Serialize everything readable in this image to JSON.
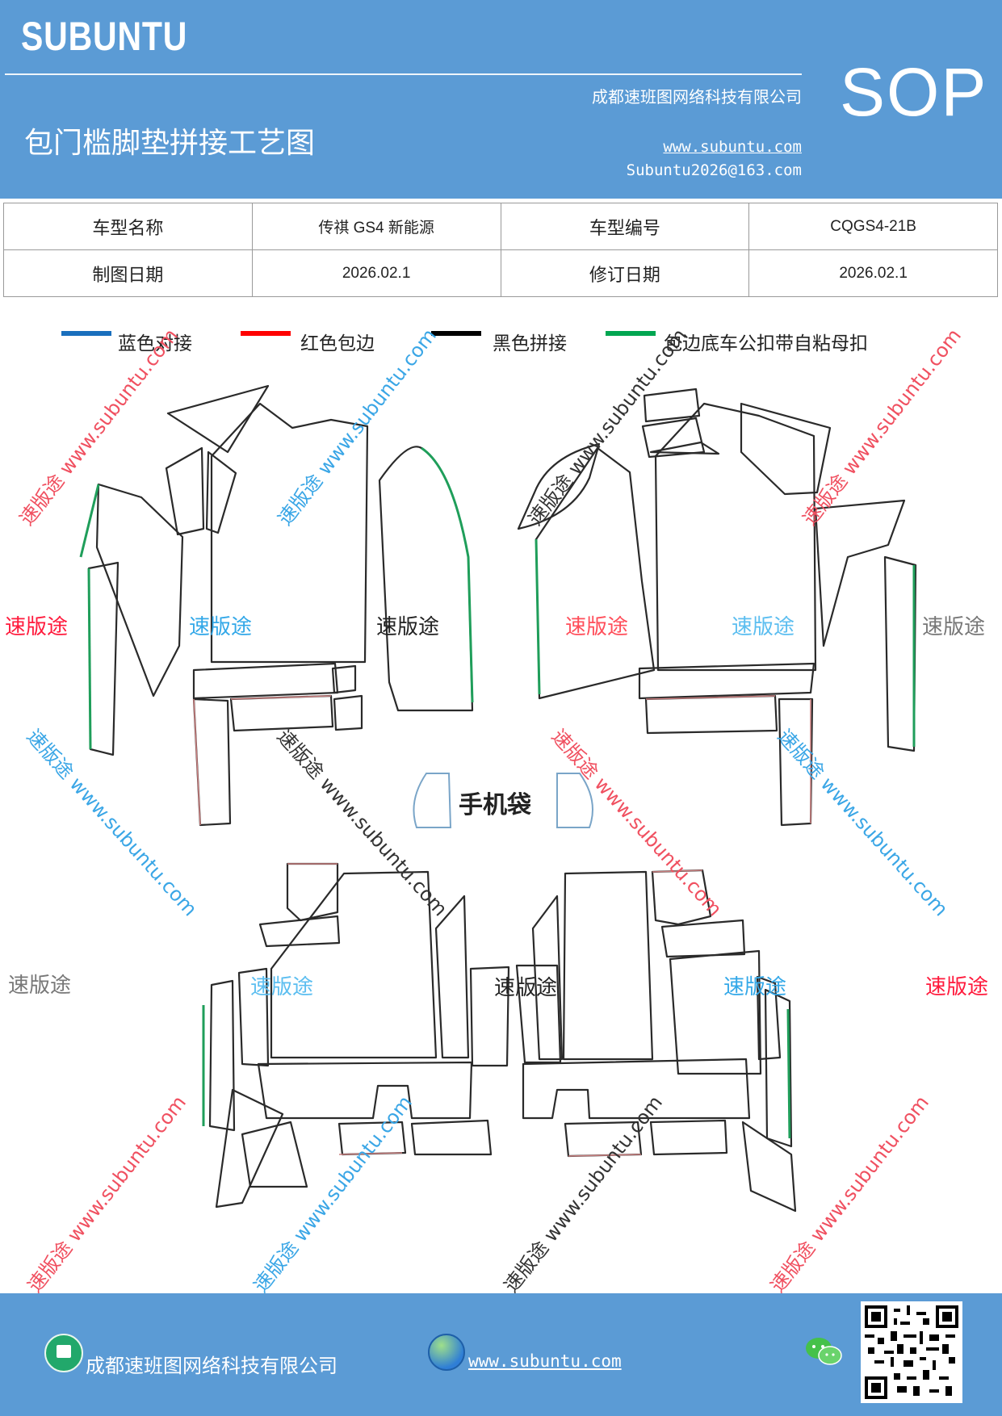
{
  "header": {
    "brand": "SUBUNTU",
    "title": "包门槛脚垫拼接工艺图",
    "company": "成都速班图网络科技有限公司",
    "url": "www.subuntu.com",
    "email": "Subuntu2026@163.com",
    "badge": "SOP"
  },
  "info_table": {
    "model_name_label": "车型名称",
    "model_name_value": "传祺 GS4 新能源",
    "model_code_label": "车型编号",
    "model_code_value": "CQGS4-21B",
    "draw_date_label": "制图日期",
    "draw_date_value": "2026.02.1",
    "revise_date_label": "修订日期",
    "revise_date_value": "2026.02.1"
  },
  "legend": [
    {
      "label": "蓝色对接",
      "color": "#1a6fbd"
    },
    {
      "label": "红色包边",
      "color": "#ff0000"
    },
    {
      "label": "黑色拼接",
      "color": "#000000"
    },
    {
      "label": "包边底车公扣带自粘母扣",
      "color": "#00a651"
    }
  ],
  "diagram": {
    "phone_bag_label": "手机袋",
    "watermark_text": "速版途",
    "watermark_url": "速版途 www.subuntu.com"
  },
  "footer": {
    "company": "成都速班图网络科技有限公司",
    "url": "www.subuntu.com"
  },
  "colors": {
    "header_bg": "#5b9bd5",
    "outline_black": "#2a2a2a",
    "outline_red": "#c98080",
    "outline_green": "#1f9e5a",
    "outline_blue": "#7aa5c8"
  }
}
